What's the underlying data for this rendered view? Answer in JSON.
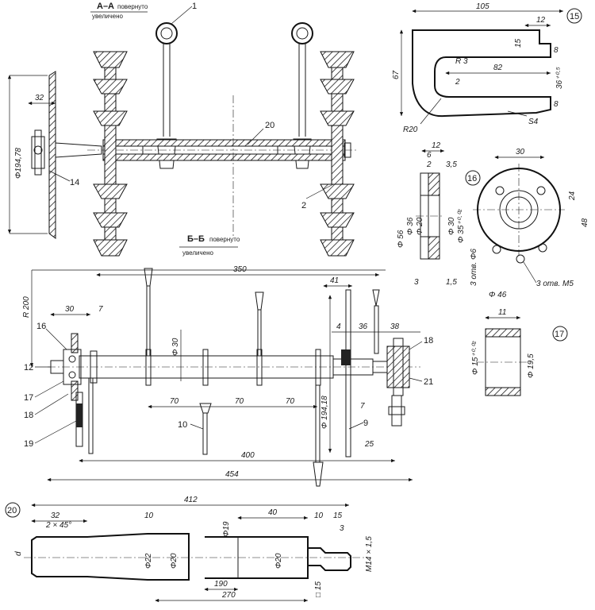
{
  "sections": {
    "aa": {
      "title": "А–А",
      "note1": "повернуто",
      "note2": "увеличено"
    },
    "bb": {
      "title": "Б–Б",
      "note1": "повернуто",
      "note2": "увеличено"
    }
  },
  "callouts": [
    "1",
    "20",
    "2",
    "14",
    "16",
    "12",
    "17",
    "18",
    "19",
    "10",
    "9",
    "18",
    "21"
  ],
  "view_aa_dims": {
    "r_phi": "Φ194,78",
    "d32": "32"
  },
  "view_bb_dims": {
    "r200": "R 200",
    "d350": "350",
    "d30": "30",
    "d7a": "7",
    "phi30": "Φ 30",
    "d70a": "70",
    "d70b": "70",
    "d70c": "70",
    "d400": "400",
    "d454": "454",
    "d41": "41",
    "d4": "4",
    "d36": "36",
    "d38": "38",
    "d7b": "7",
    "d25": "25",
    "phi194": "Φ 194,18"
  },
  "detail15": {
    "num": "15",
    "d105": "105",
    "d12": "12",
    "d15": "15",
    "d8a": "8",
    "r3": "R 3",
    "d82": "82",
    "d2": "2",
    "d36": "36⁺⁰·⁵",
    "d67": "67",
    "d8b": "8",
    "r20": "R20",
    "s4": "S4"
  },
  "detail16": {
    "num": "16",
    "d12": "12",
    "d6": "6",
    "d2": "2",
    "d35": "3,5",
    "d30": "30",
    "phi56": "Φ 56",
    "phi36": "Φ 36",
    "phi20": "Φ 20",
    "phi30": "Φ 30",
    "phi35": "Φ 35⁺⁰·⁰²",
    "d24": "24",
    "d48": "48",
    "d3": "3",
    "d15": "1,5",
    "holes6": "3 отв. Φ6",
    "phi46": "Φ 46",
    "holesM5": "3 отв. M5"
  },
  "detail17": {
    "num": "17",
    "d11": "11",
    "phi15": "Φ 15⁺⁰·⁰²",
    "phi195": "Φ 19,5"
  },
  "detail20": {
    "num": "20",
    "d412": "412",
    "d32": "32",
    "chamfer": "2 × 45°",
    "d10a": "10",
    "phi19": "Φ19",
    "d40": "40",
    "d10b": "10",
    "d15": "15",
    "d3": "3",
    "phi22": "Φ22",
    "phi20a": "Φ20",
    "phi20b": "Φ20",
    "d": "d",
    "m14": "M14 × 1,5",
    "d190": "190",
    "d270": "270",
    "sq15": "□ 15"
  }
}
